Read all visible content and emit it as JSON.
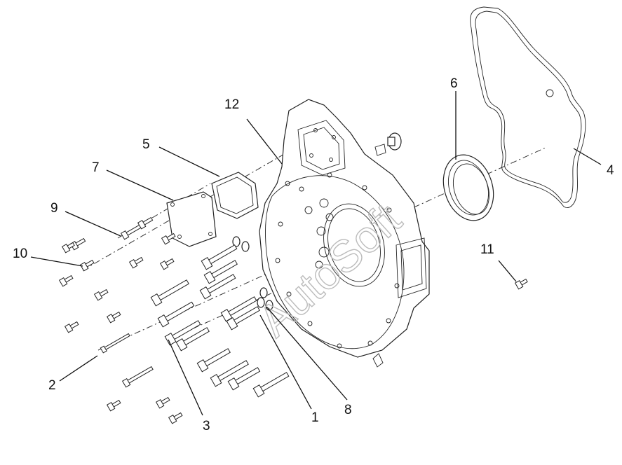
{
  "watermark": "AutoSoft",
  "callouts": [
    {
      "id": "1",
      "text": "1"
    },
    {
      "id": "2",
      "text": "2"
    },
    {
      "id": "3",
      "text": "3"
    },
    {
      "id": "4",
      "text": "4"
    },
    {
      "id": "5",
      "text": "5"
    },
    {
      "id": "6",
      "text": "6"
    },
    {
      "id": "7",
      "text": "7"
    },
    {
      "id": "8",
      "text": "8"
    },
    {
      "id": "9",
      "text": "9"
    },
    {
      "id": "10",
      "text": "10"
    },
    {
      "id": "11",
      "text": "11"
    },
    {
      "id": "12",
      "text": "12"
    }
  ]
}
